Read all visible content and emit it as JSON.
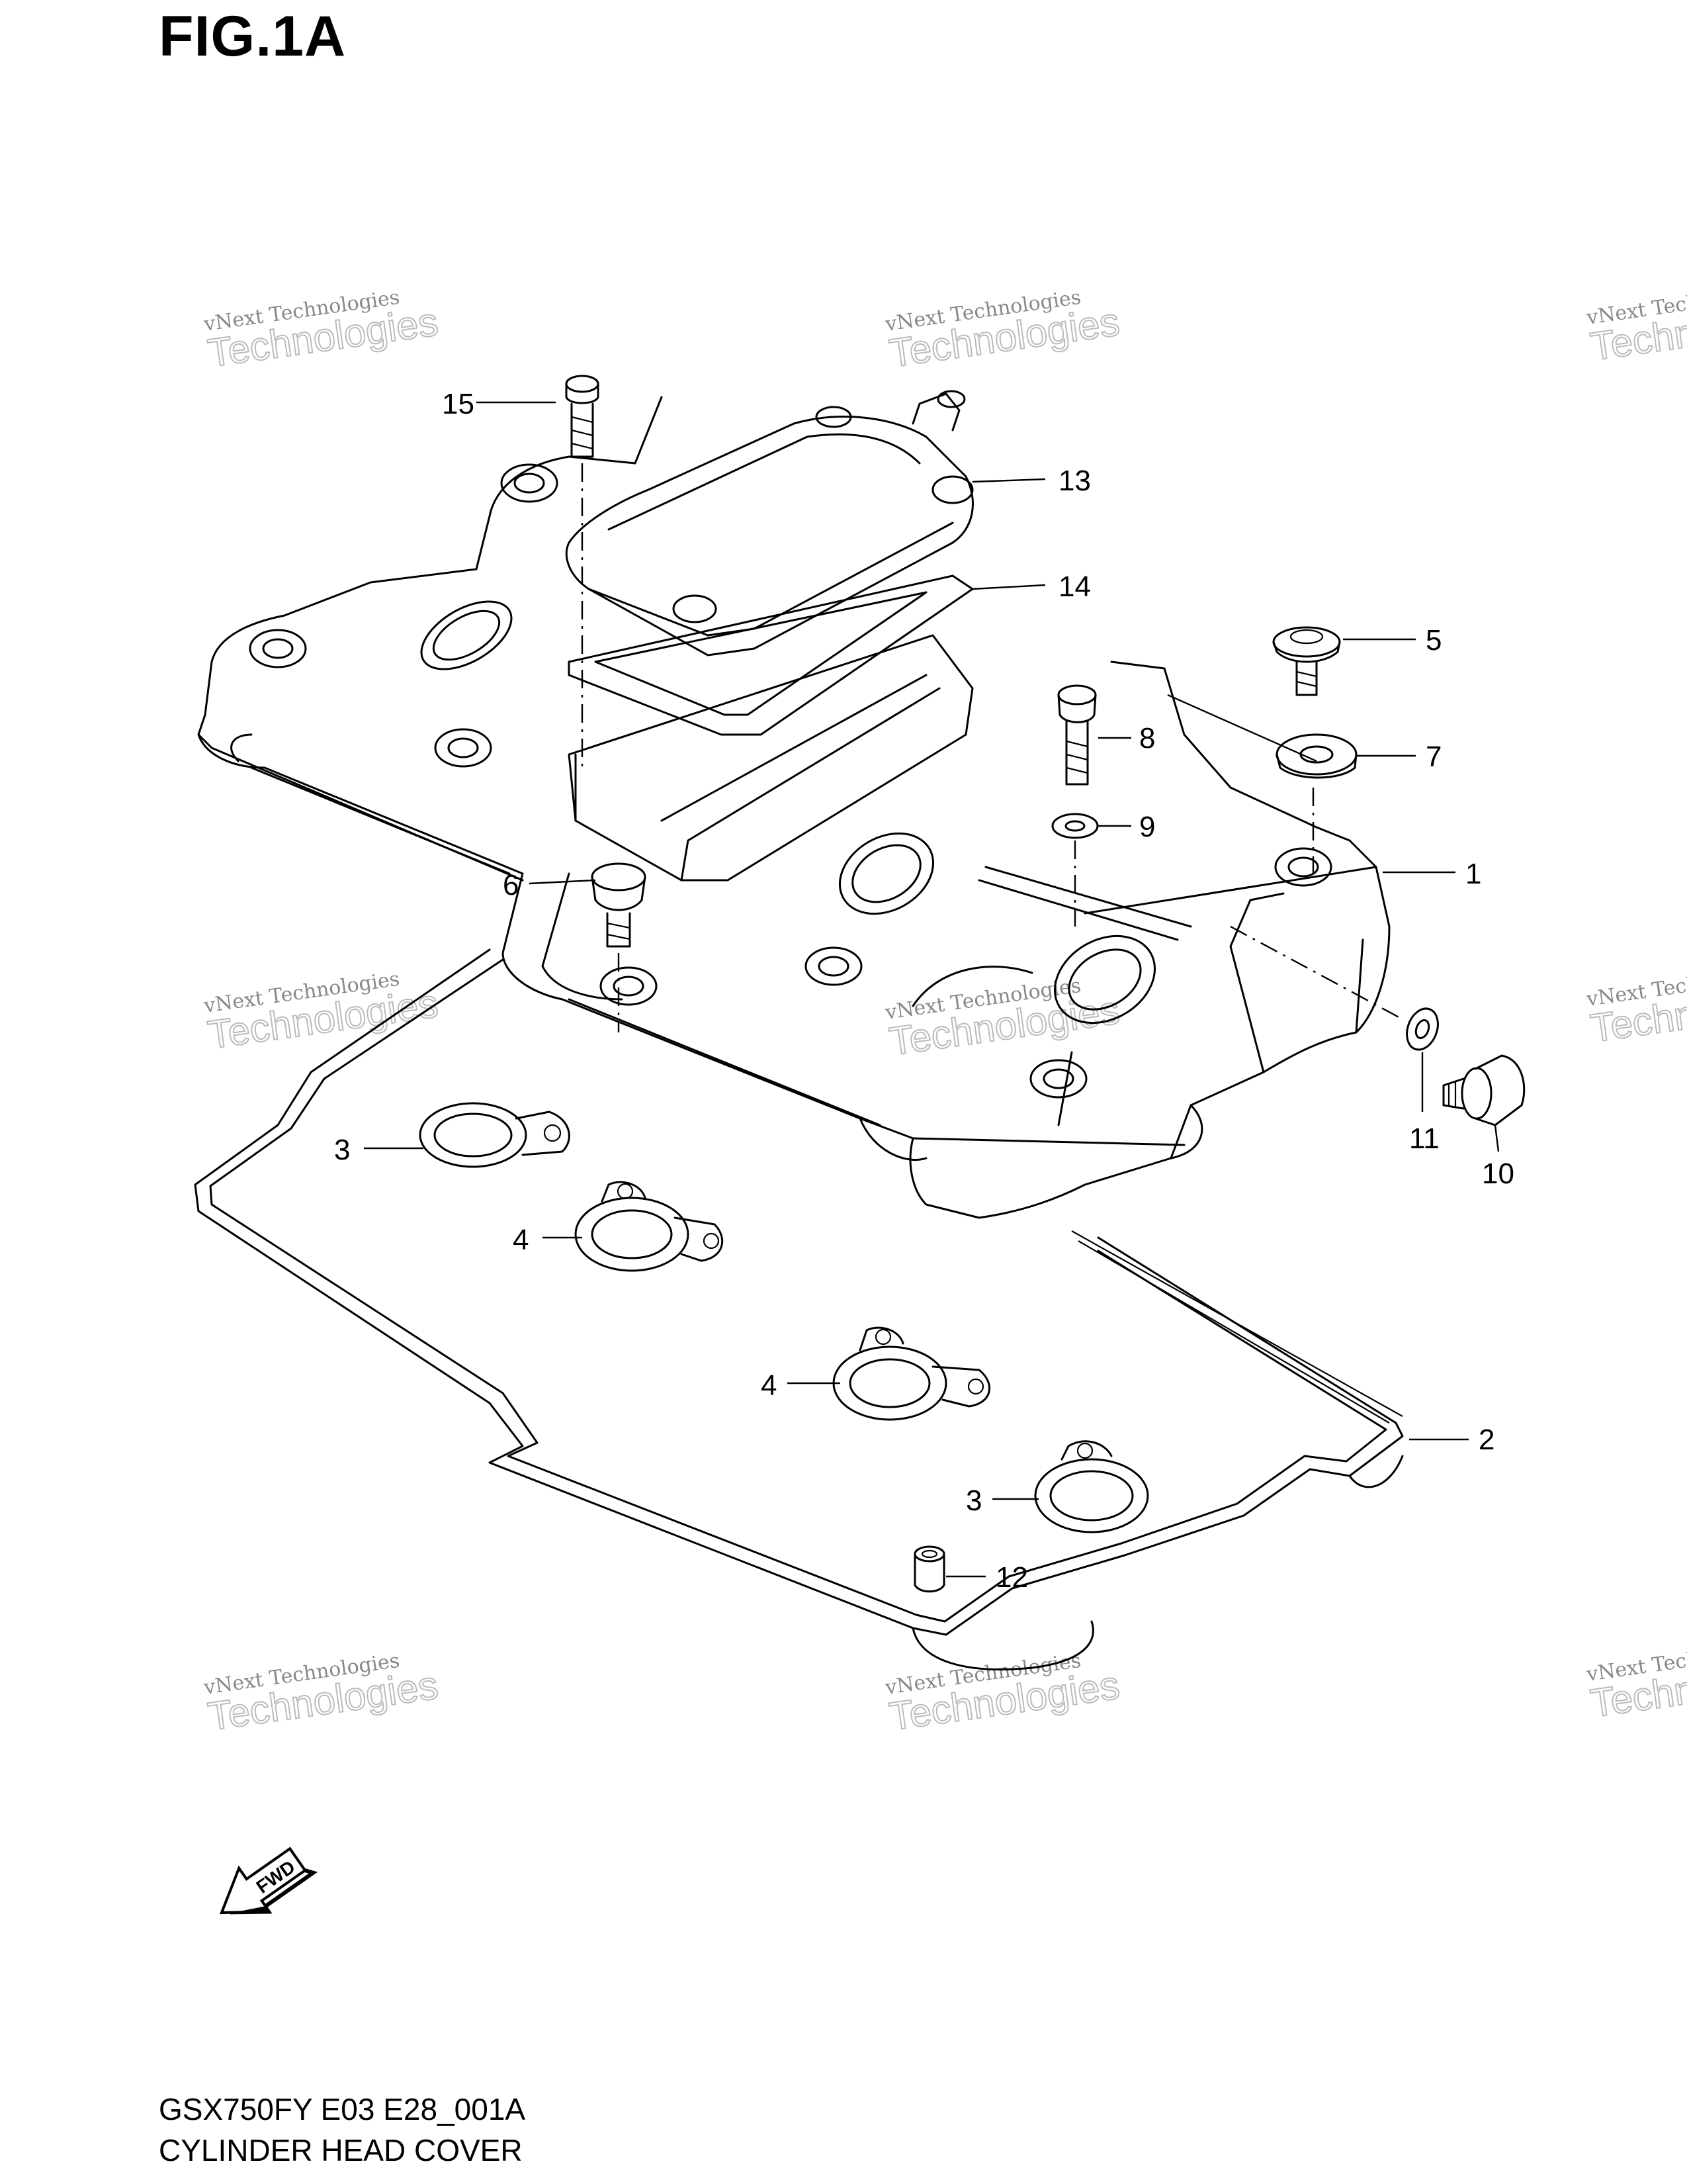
{
  "figure_title": "FIG.1A",
  "watermark": {
    "line1": "vNext Technologies",
    "line2": "Technologies"
  },
  "fwd_label": "FWD",
  "callouts": [
    "1",
    "2",
    "3",
    "3",
    "4",
    "4",
    "5",
    "6",
    "7",
    "8",
    "9",
    "10",
    "11",
    "12",
    "13",
    "14",
    "15"
  ],
  "footer": {
    "model_code": "GSX750FY E03 E28_001A",
    "section_name": "CYLINDER HEAD COVER"
  }
}
